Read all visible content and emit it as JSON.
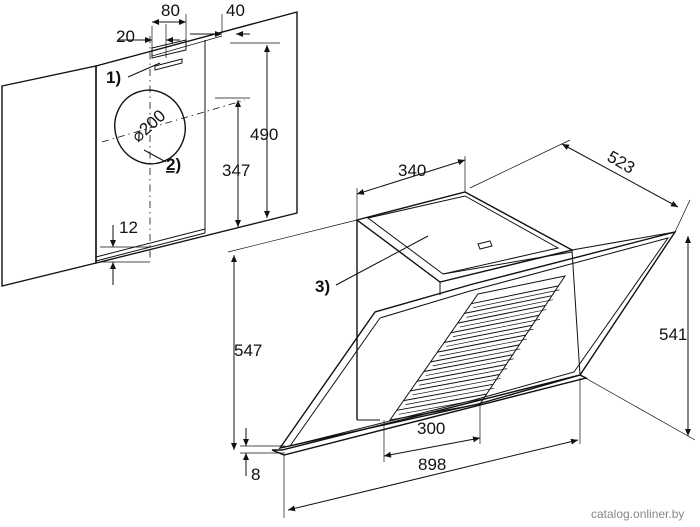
{
  "dimensions": {
    "d20": "20",
    "d80": "80",
    "d40": "40",
    "d490": "490",
    "d347": "347",
    "d200": "⌀200",
    "d12": "12",
    "d340": "340",
    "d523": "523",
    "d547": "547",
    "d541": "541",
    "d300": "300",
    "d898": "898",
    "d8": "8"
  },
  "callouts": {
    "c1": "1)",
    "c2": "2)",
    "c3": "3)"
  },
  "watermark": "catalog.onliner.by"
}
